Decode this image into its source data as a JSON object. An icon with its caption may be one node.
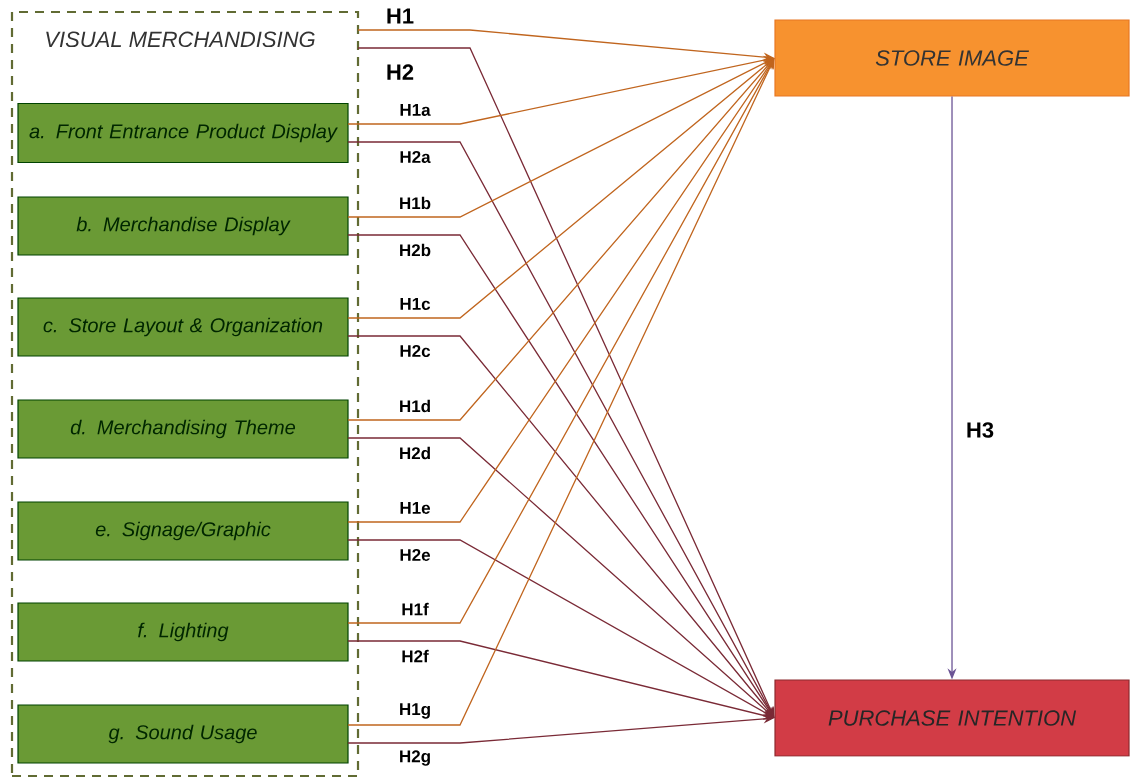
{
  "diagram": {
    "nodes": [
      {
        "text": [
          "VISUAL MERCHANDISING"
        ]
      },
      {
        "text": [
          "a. Front Entrance Product Display"
        ],
        "in": 0
      },
      {
        "text": [
          "b. Merchandise Display"
        ],
        "in": 0
      },
      {
        "text": [
          "c. Store Layout & Organization"
        ],
        "in": 0
      },
      {
        "text": [
          "d. Merchandising Theme"
        ],
        "in": 0
      },
      {
        "text": [
          "e. Signage/Graphic"
        ],
        "in": 0
      },
      {
        "text": [
          "f. Lighting"
        ],
        "in": 0
      },
      {
        "text": [
          "g. Sound Usage"
        ],
        "in": 0
      },
      {
        "text": [
          "STORE IMAGE"
        ]
      },
      {
        "text": [
          "PURCHASE INTENTION"
        ]
      }
    ],
    "edges": [
      {
        "from": 0,
        "to": 8,
        "arrow": "to",
        "label": "H1"
      },
      {
        "from": 0,
        "to": 9,
        "arrow": "to",
        "label": "H2",
        "color": "#7a2a36"
      },
      {
        "from": 1,
        "to": 8,
        "arrow": "to",
        "label": "H1a"
      },
      {
        "from": 1,
        "to": 9,
        "arrow": "to",
        "label": "H2a",
        "color": "#7a2a36"
      },
      {
        "from": 2,
        "to": 8,
        "arrow": "to",
        "label": "H1b"
      },
      {
        "from": 2,
        "to": 9,
        "arrow": "to",
        "label": "H2b",
        "color": "#7a2a36"
      },
      {
        "from": 3,
        "to": 8,
        "arrow": "to",
        "label": "H1c"
      },
      {
        "from": 3,
        "to": 9,
        "arrow": "to",
        "label": "H2c",
        "color": "#7a2a36"
      },
      {
        "from": 4,
        "to": 8,
        "arrow": "to",
        "label": "H1d"
      },
      {
        "from": 4,
        "to": 9,
        "arrow": "to",
        "label": "H2d",
        "color": "#7a2a36"
      },
      {
        "from": 5,
        "to": 8,
        "arrow": "to",
        "label": "H1e"
      },
      {
        "from": 5,
        "to": 9,
        "arrow": "to",
        "label": "H2e",
        "color": "#7a2a36"
      },
      {
        "from": 6,
        "to": 8,
        "arrow": "to",
        "label": "H1f"
      },
      {
        "from": 6,
        "to": 9,
        "arrow": "to",
        "label": "H2f",
        "color": "#7a2a36"
      },
      {
        "from": 7,
        "to": 8,
        "arrow": "to",
        "label": "H1g"
      },
      {
        "from": 7,
        "to": 9,
        "arrow": "to",
        "label": "H2g",
        "color": "#7a2a36"
      },
      {
        "from": 8,
        "to": 9,
        "arrow": "to",
        "label": "H3",
        "color": "#6b5495"
      }
    ]
  }
}
